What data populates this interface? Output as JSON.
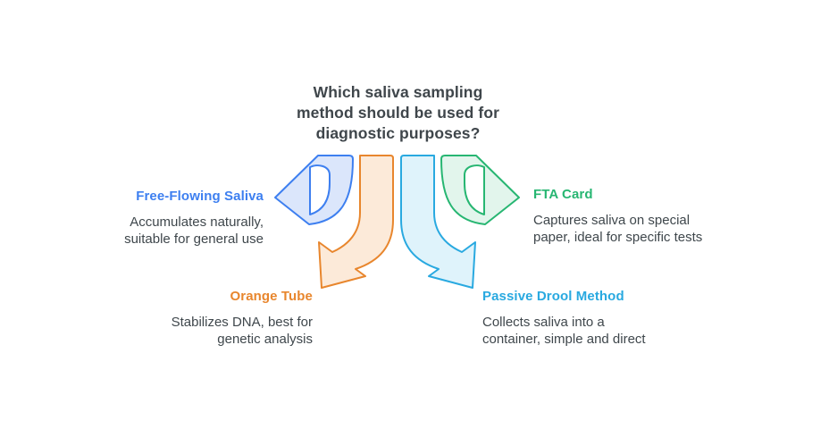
{
  "title": "Which saliva sampling\nmethod should be used for\ndiagnostic purposes?",
  "methods": {
    "free_flowing": {
      "label": "Free-Flowing Saliva",
      "description": "Accumulates naturally,\nsuitable for general use",
      "color": "#3d7ff0",
      "arrow_fill": "#dbe6fb"
    },
    "orange_tube": {
      "label": "Orange Tube",
      "description": "Stabilizes DNA, best for\ngenetic analysis",
      "color": "#e8862d",
      "arrow_fill": "#fcead9"
    },
    "passive_drool": {
      "label": "Passive Drool Method",
      "description": "Collects saliva into a\ncontainer, simple and direct",
      "color": "#29a9e0",
      "arrow_fill": "#dff3fb"
    },
    "fta_card": {
      "label": "FTA Card",
      "description": "Captures saliva on special\npaper, ideal for specific tests",
      "color": "#27b672",
      "arrow_fill": "#e2f5ec"
    }
  },
  "text_color": "#3f474c",
  "background_color": "#ffffff"
}
